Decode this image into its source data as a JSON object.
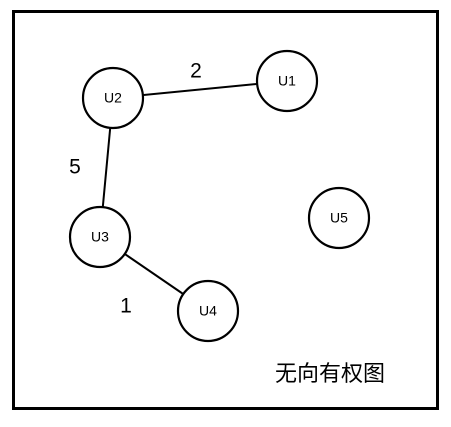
{
  "diagram": {
    "caption": "无向有权图",
    "nodes": [
      {
        "id": "U1",
        "label": "U1"
      },
      {
        "id": "U2",
        "label": "U2"
      },
      {
        "id": "U3",
        "label": "U3"
      },
      {
        "id": "U4",
        "label": "U4"
      },
      {
        "id": "U5",
        "label": "U5"
      }
    ],
    "edges": [
      {
        "from": "U2",
        "to": "U1",
        "weight": "2"
      },
      {
        "from": "U2",
        "to": "U3",
        "weight": "5"
      },
      {
        "from": "U3",
        "to": "U4",
        "weight": "1"
      }
    ]
  }
}
